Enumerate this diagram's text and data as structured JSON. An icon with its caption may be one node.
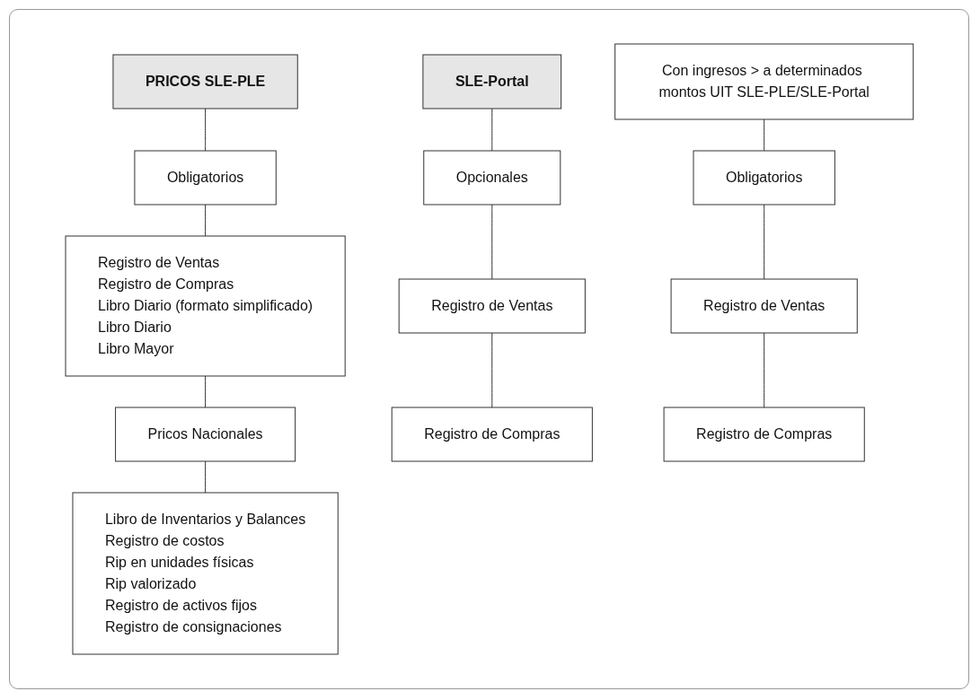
{
  "diagram": {
    "nodes": [
      {
        "text": [
          "PRICOS SLE-PLE"
        ]
      },
      {
        "text": [
          "Obligatorios"
        ]
      },
      {
        "text": [
          "Registro de Ventas",
          "Registro de Compras",
          "Libro Diario (formato simplificado)",
          "Libro Diario",
          "Libro Mayor"
        ]
      },
      {
        "text": [
          "Pricos Nacionales"
        ]
      },
      {
        "text": [
          "Libro de Inventarios y Balances",
          "Registro de costos",
          "Rip en unidades físicas",
          "Rip valorizado",
          "Registro de activos fijos",
          "Registro de consignaciones"
        ]
      },
      {
        "text": [
          "SLE-Portal"
        ]
      },
      {
        "text": [
          "Opcionales"
        ]
      },
      {
        "text": [
          "Registro de Ventas"
        ]
      },
      {
        "text": [
          "Registro de Compras"
        ]
      },
      {
        "text": [
          "Con ingresos > a determinados montos UIT SLE-PLE/SLE-Portal"
        ]
      },
      {
        "text": [
          "Obligatorios"
        ]
      },
      {
        "text": [
          "Registro de Ventas"
        ]
      },
      {
        "text": [
          "Registro de Compras"
        ]
      }
    ],
    "edges": [
      {
        "from": 0,
        "to": 1,
        "arrow": "none"
      },
      {
        "from": 1,
        "to": 2,
        "arrow": "none"
      },
      {
        "from": 2,
        "to": 3,
        "arrow": "none"
      },
      {
        "from": 3,
        "to": 4,
        "arrow": "none"
      },
      {
        "from": 5,
        "to": 6,
        "arrow": "none"
      },
      {
        "from": 6,
        "to": 7,
        "arrow": "none"
      },
      {
        "from": 7,
        "to": 8,
        "arrow": "none"
      },
      {
        "from": 9,
        "to": 10,
        "arrow": "none"
      },
      {
        "from": 10,
        "to": 11,
        "arrow": "none"
      },
      {
        "from": 11,
        "to": 12,
        "arrow": "none"
      }
    ]
  }
}
